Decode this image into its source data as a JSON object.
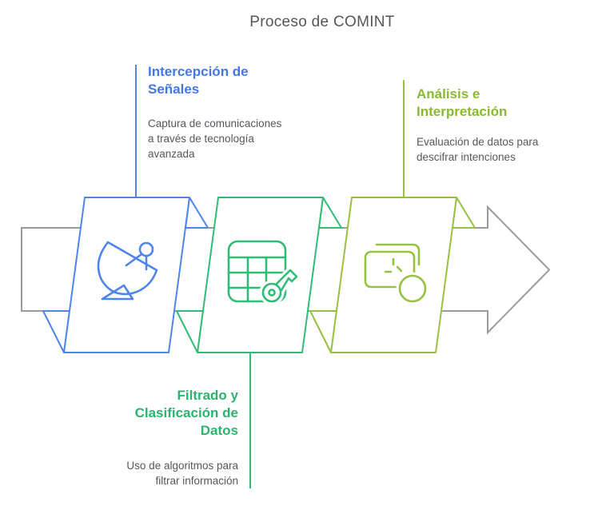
{
  "title": "Proceso de COMINT",
  "steps": [
    {
      "title": "Intercepción de Señales",
      "description": "Captura de comunicaciones a través de tecnología avanzada",
      "icon": "satellite-dish-icon",
      "color": "#4d84ee"
    },
    {
      "title": "Filtrado y Clasificación de Datos",
      "description": "Uso de algoritmos para filtrar información",
      "icon": "table-key-icon",
      "color": "#2fbc76"
    },
    {
      "title": "Análisis e Interpretación",
      "description": "Evaluación de datos para descifrar intenciones",
      "icon": "screens-impact-icon",
      "color": "#97c140"
    }
  ],
  "colors": {
    "arrow_gray": "#9b9b9b",
    "step1_blue": "#4d84ee",
    "step2_green": "#2fbc76",
    "step3_olive": "#97c140",
    "title_text": "#55565a",
    "body_text": "#55575c"
  }
}
